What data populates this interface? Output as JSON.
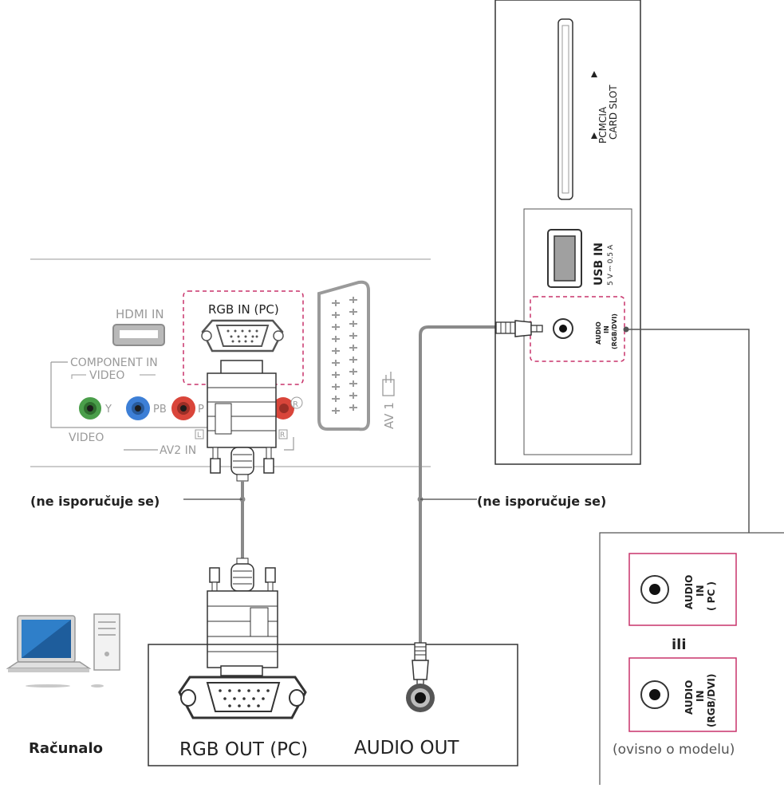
{
  "tv_side_panel": {
    "pcmcia_line1": "PCMCIA",
    "pcmcia_line2": "CARD SLOT",
    "usb_label": "USB IN",
    "usb_rating": "5 V ⎓ 0.5 A",
    "audio_in_line1": "AUDIO",
    "audio_in_line2": "IN",
    "audio_in_line3": "(RGB/DVI)"
  },
  "tv_rear_panel": {
    "hdmi_label": "HDMI IN",
    "rgb_in_label": "RGB IN (PC)",
    "component_label": "COMPONENT IN",
    "video_sub_label": "VIDEO",
    "y_label": "Y",
    "pb_label": "PB",
    "pr_partial": "P",
    "r_label": "R",
    "video_label": "VIDEO",
    "av2_label": "AV2 IN",
    "l_mark": "L",
    "r_mark": "R",
    "av1_label": "AV 1"
  },
  "cable_notes": {
    "rgb_cable": "(ne isporučuje se)",
    "audio_cable": "(ne isporučuje se)"
  },
  "computer": {
    "caption": "Računalo",
    "rgb_out_label": "RGB OUT (PC)",
    "audio_out_label": "AUDIO OUT"
  },
  "model_variants": {
    "option1_line1": "AUDIO",
    "option1_line2": "IN",
    "option1_line3": "( PC )",
    "or_label": "ili",
    "option2_line1": "AUDIO",
    "option2_line2": "IN",
    "option2_line3": "(RGB/DVI)",
    "note": "(ovisno o modelu)"
  },
  "colors": {
    "highlight": "#c8336b",
    "cable": "#8a8a8a",
    "component_green": "#4a9e4a",
    "component_blue": "#3d7fd6",
    "component_red": "#d9453a",
    "laptop_screen": "#2f7fc9"
  }
}
